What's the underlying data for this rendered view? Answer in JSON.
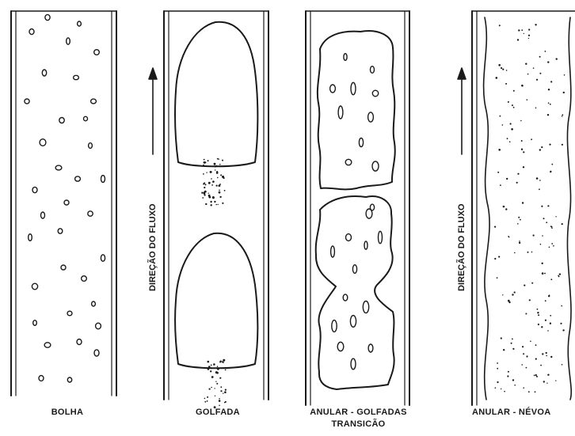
{
  "panels": [
    {
      "id": "bolha",
      "label": "BOLHA"
    },
    {
      "id": "golfada",
      "label": "GOLFADA"
    },
    {
      "id": "anular-golfadas",
      "label": "ANULAR - GOLFADAS",
      "label2": "TRANSICÃO"
    },
    {
      "id": "anular-nevoa",
      "label": "ANULAR - NÉVOA"
    }
  ],
  "flow_direction_label": "DIREÇÃO DO FLUXO",
  "colors": {
    "ink": "#1a1a1a",
    "paper": "#ffffff"
  }
}
